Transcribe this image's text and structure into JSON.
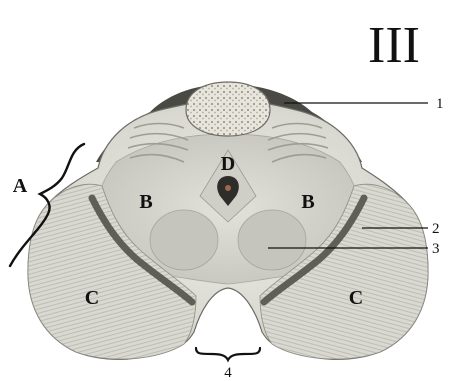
{
  "figure": {
    "roman_numeral": "III",
    "regions": {
      "a": "A",
      "b_left": "B",
      "b_right": "B",
      "c_left": "C",
      "c_right": "C",
      "d": "D"
    },
    "callouts": {
      "one": "1",
      "two": "2",
      "three": "3",
      "four": "4"
    }
  },
  "colors": {
    "background": "#ffffff",
    "section_fill": "#dcdcd4",
    "gray_matter": "#8a8a82",
    "dark_edge": "#3a3a36",
    "line": "#111111"
  }
}
